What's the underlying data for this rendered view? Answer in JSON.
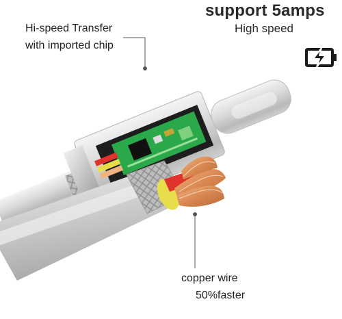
{
  "header": {
    "headline": "support 5amps",
    "subline": "High speed"
  },
  "callouts": {
    "chip": {
      "line1": "Hi-speed Transfer",
      "line2": "with imported chip"
    },
    "copper": {
      "line1": "copper wire",
      "line2": "50%faster"
    }
  },
  "icons": {
    "battery": "charging-battery-icon"
  },
  "colors": {
    "background": "#ffffff",
    "text": "#222222",
    "cable_silver": "#d9d9d9",
    "copper": "#d98b55",
    "wire_red": "#e0332b",
    "wire_yellow": "#e8dd4a",
    "pcb_green": "#2aa84a"
  }
}
